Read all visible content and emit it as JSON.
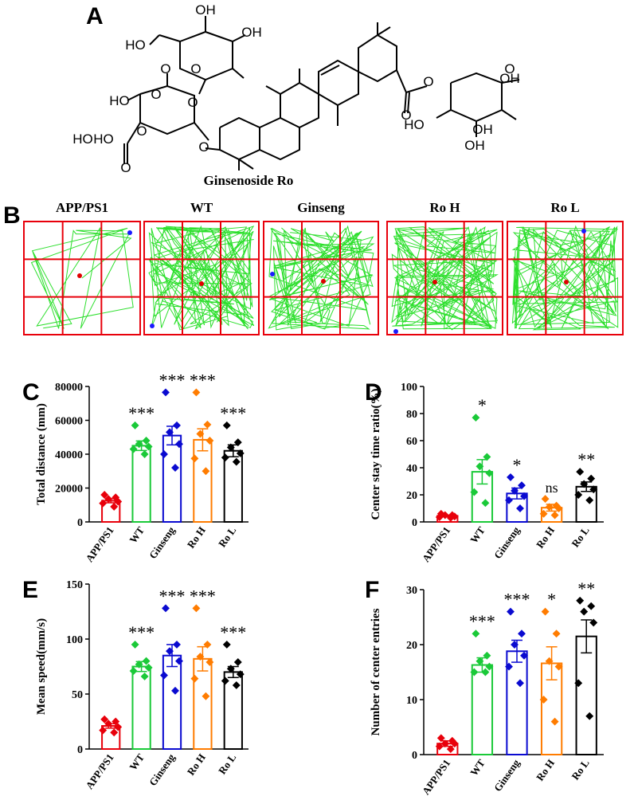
{
  "panels": {
    "A": "A",
    "B": "B",
    "C": "C",
    "D": "D",
    "E": "E",
    "F": "F"
  },
  "molecule": {
    "name": "Ginsenoside Ro",
    "atoms": [
      "HO",
      "OH",
      "OH",
      "O",
      "HO",
      "O",
      "HO",
      "O",
      "O",
      "O",
      "HO",
      "O",
      "O",
      "O",
      "O",
      "OH",
      "HO",
      "OH",
      "OH",
      "O"
    ]
  },
  "track_panels": [
    {
      "label": "APP/PS1"
    },
    {
      "label": "WT"
    },
    {
      "label": "Ginseng"
    },
    {
      "label": "Ro H"
    },
    {
      "label": "Ro L"
    }
  ],
  "colors": {
    "APP/PS1": "#e8000b",
    "WT": "#1ac938",
    "Ginseng": "#0a0ad0",
    "Ro H": "#ff7c00",
    "Ro L": "#000000",
    "track": "#22dd22",
    "grid": "#e8000b"
  },
  "chart_data": [
    {
      "panel": "C",
      "type": "bar",
      "categories": [
        "APP/PS1",
        "WT",
        "Ginseng",
        "Ro H",
        "Ro L"
      ],
      "values": [
        12500,
        45000,
        51000,
        48500,
        42000
      ],
      "errors": [
        1200,
        2800,
        5500,
        6500,
        3500
      ],
      "points": [
        [
          16000,
          14500,
          13500,
          12000,
          11000,
          9000
        ],
        [
          57000,
          48000,
          46000,
          44500,
          43000,
          40000
        ],
        [
          76500,
          57000,
          53000,
          46000,
          40000,
          32000
        ],
        [
          76500,
          57500,
          52000,
          48000,
          37500,
          30000
        ],
        [
          57000,
          47000,
          44000,
          40500,
          38000,
          35500
        ]
      ],
      "significance": [
        "",
        "***",
        "***",
        "***",
        "***"
      ],
      "ylabel": "Total distance (mm)",
      "ylim": [
        0,
        80000
      ],
      "yticks": [
        "0",
        "20000",
        "40000",
        "60000",
        "80000"
      ]
    },
    {
      "panel": "D",
      "type": "bar",
      "categories": [
        "APP/PS1",
        "WT",
        "Ginseng",
        "Ro H",
        "Ro L"
      ],
      "values": [
        4.5,
        37,
        21,
        10.5,
        26
      ],
      "errors": [
        0.5,
        9,
        4,
        2.5,
        3.5
      ],
      "points": [
        [
          6,
          5,
          5,
          4,
          3.5,
          3
        ],
        [
          77,
          48,
          41,
          36,
          22,
          14
        ],
        [
          33,
          27,
          23,
          19,
          16,
          10
        ],
        [
          17,
          12,
          11,
          10,
          6,
          5
        ],
        [
          37,
          32,
          28,
          24,
          20,
          16
        ]
      ],
      "significance": [
        "",
        "*",
        "*",
        "ns",
        "**"
      ],
      "ylabel": "Center stay time ratio(%)",
      "ylim": [
        0,
        100
      ],
      "yticks": [
        "0",
        "20",
        "40",
        "60",
        "80",
        "100"
      ]
    },
    {
      "panel": "E",
      "type": "bar",
      "categories": [
        "APP/PS1",
        "WT",
        "Ginseng",
        "Ro H",
        "Ro L"
      ],
      "values": [
        21,
        75,
        85,
        82,
        70
      ],
      "errors": [
        2,
        4.5,
        10,
        11,
        5
      ],
      "points": [
        [
          27,
          25,
          23,
          20,
          17,
          15
        ],
        [
          95,
          80,
          77,
          74,
          71,
          66
        ],
        [
          128,
          95,
          89,
          80,
          67,
          53
        ],
        [
          128,
          95,
          84,
          79,
          64,
          48
        ],
        [
          95,
          79,
          73,
          68,
          62,
          58
        ]
      ],
      "significance": [
        "",
        "***",
        "***",
        "***",
        "***"
      ],
      "ylabel": "Mean speed(mm/s)",
      "ylim": [
        0,
        150
      ],
      "yticks": [
        "0",
        "50",
        "100",
        "150"
      ]
    },
    {
      "panel": "F",
      "type": "bar",
      "categories": [
        "APP/PS1",
        "WT",
        "Ginseng",
        "Ro H",
        "Ro L"
      ],
      "values": [
        2,
        16.3,
        18.8,
        16.6,
        21.5
      ],
      "errors": [
        0.5,
        1.3,
        2,
        3,
        3
      ],
      "points": [
        [
          3,
          2.5,
          2,
          2,
          1.5,
          1
        ],
        [
          22,
          18,
          17,
          16,
          15,
          15
        ],
        [
          26,
          22,
          20,
          18,
          16,
          13
        ],
        [
          26,
          22,
          17,
          16,
          10,
          6
        ],
        [
          28,
          27,
          26,
          24,
          13,
          7
        ]
      ],
      "significance": [
        "",
        "***",
        "***",
        "*",
        "**"
      ],
      "ylabel": "Number of center entries",
      "ylim": [
        0,
        30
      ],
      "yticks": [
        "0",
        "10",
        "20",
        "30"
      ]
    }
  ]
}
